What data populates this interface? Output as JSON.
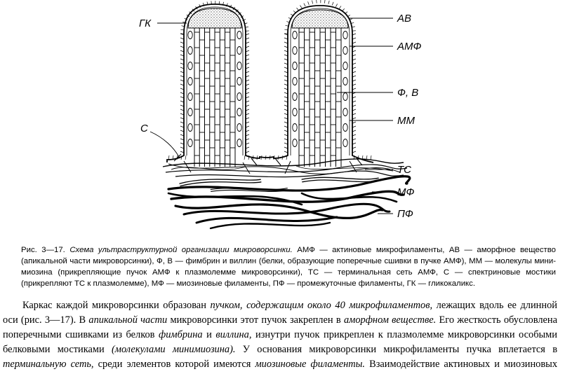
{
  "figure": {
    "labels": {
      "gk": "ГК",
      "av": "АВ",
      "amf": "АМФ",
      "fv": "Ф, В",
      "mm": "ММ",
      "s": "С",
      "ts": "ТС",
      "mf": "МФ",
      "pf": "ПФ"
    }
  },
  "caption": {
    "number": "Рис. 3—17.",
    "title": "Схема ультраструктурной организации микроворсинки.",
    "legend": "АМФ — актиновые микрофиламенты, АВ — аморфное вещество (апикальной части микроворсинки), Ф, В — фимбрин и виллин (белки, образующие поперечные сшивки в пучке АМФ), ММ — молекулы мини-миозина (прикрепляющие пучок АМФ к плазмолемме микроворсинки), ТС — терминальная сеть АМФ, С — спектриновые мостики (прикрепляют ТС к плазмолемме), МФ — миозиновые филаменты, ПФ — промежуточные филаменты, ГК — гликокаликс."
  },
  "body": {
    "t1": "Каркас каждой микроворсинки образован ",
    "e1": "пучком, содержащим около 40 микрофиламентов,",
    "t2": " лежащих вдоль ее длинной оси (рис. 3—17). В ",
    "e2": "апикальной части",
    "t3": " микроворсинки этот пучок закреплен в ",
    "e3": "аморфном веществе.",
    "t4": " Его жесткость обусловлена поперечными сшивками из белков ",
    "e4": "фимбрина",
    "t5": " и ",
    "e5": "виллина,",
    "t6": " изнутри пучок прикреплен к плазмолемме микроворсинки особыми белковыми мостиками ",
    "e6": "(молекулами минимиозина).",
    "t7": " У основания микроворсинки микрофиламенты пучка вплетается в ",
    "e7": "терминальную сеть,",
    "t8": " среди элементов которой имеются ",
    "e8": "миозиновые филаменты.",
    "t9": " Взаимодействие актиновых и миозиновых филаментов терминальной сети, вероятно, обусловливает тонус и конфигурацию микроворсинки."
  }
}
